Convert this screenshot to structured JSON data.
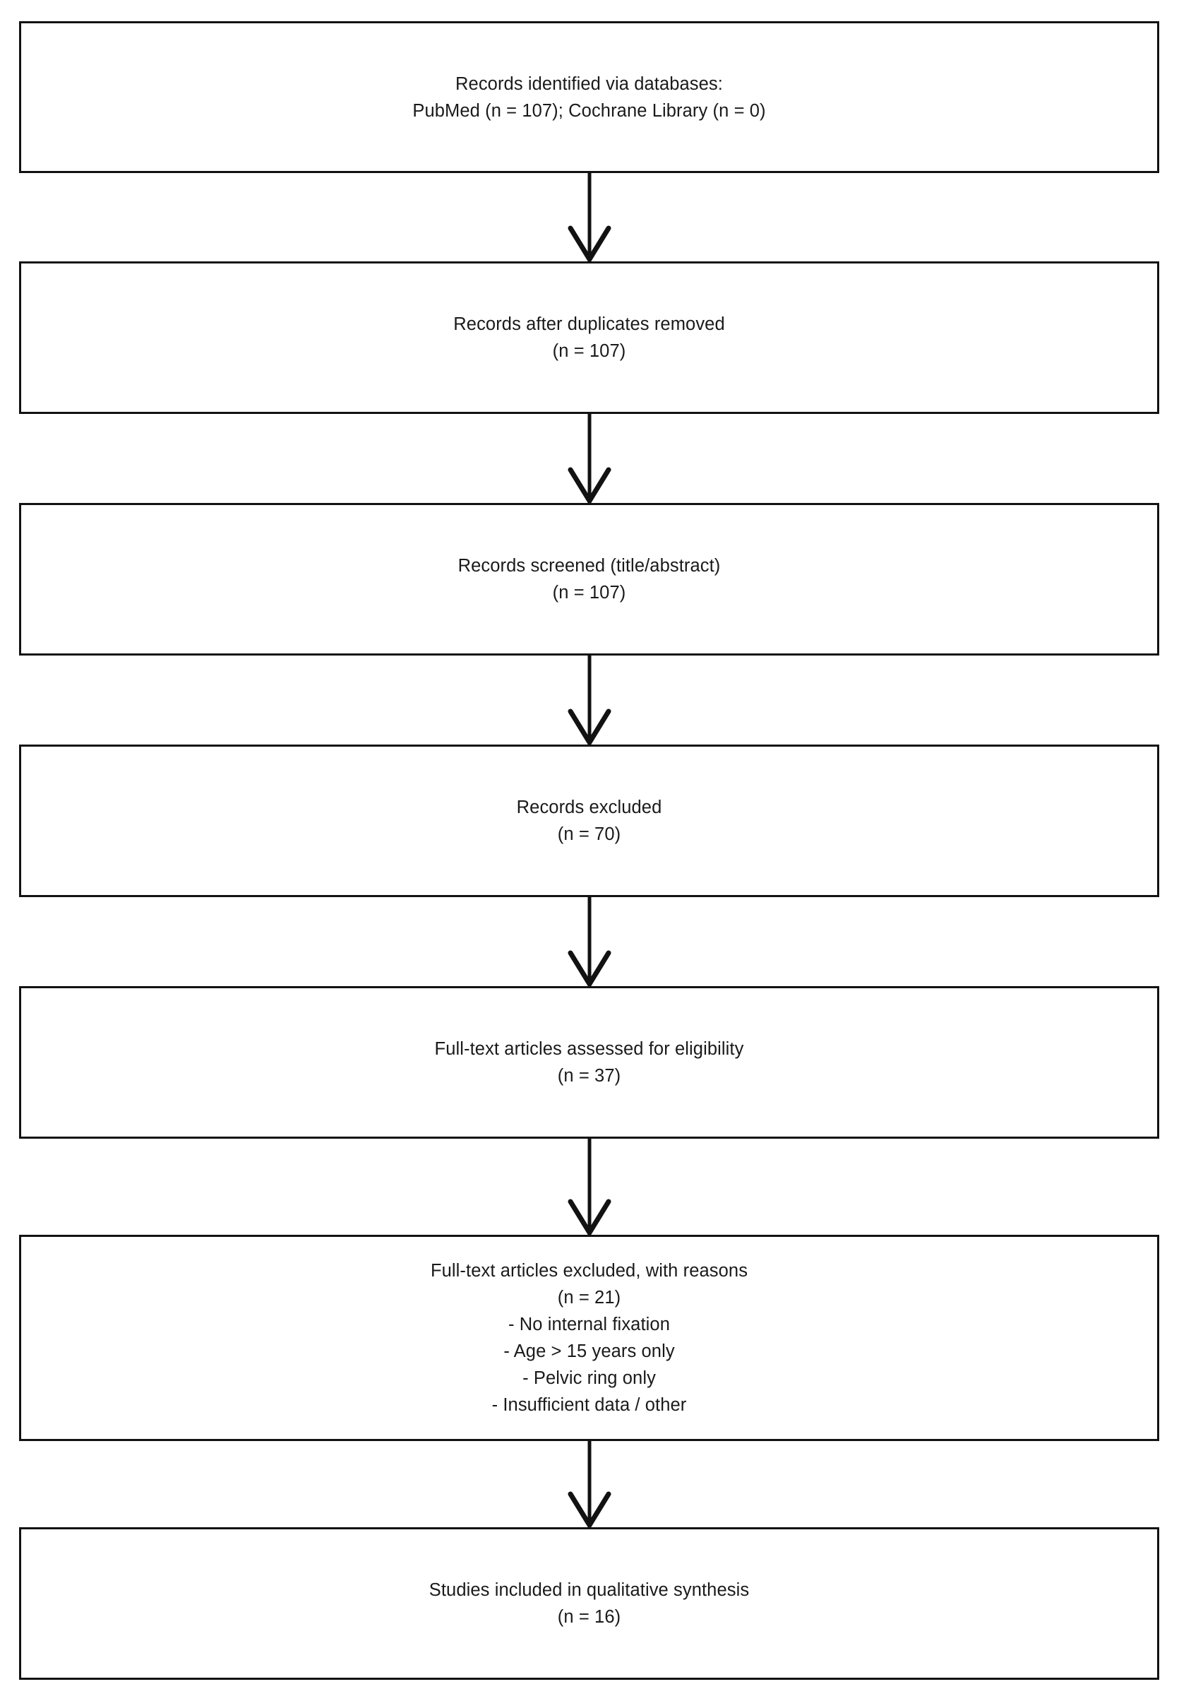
{
  "diagram": {
    "type": "prisma-flow-diagram",
    "orientation": "vertical",
    "background_color": "#ffffff",
    "border_color": "#121212",
    "text_color": "#1a1a1a",
    "nodes": [
      {
        "id": "identification",
        "text": "Records identified via databases:\nPubMed (n = 107); Cochrane Library (n = 0)",
        "lines": [
          "Records identified via databases:",
          "PubMed (n = 107); Cochrane Library (n = 0)"
        ],
        "counts": {
          "PubMed": 107,
          "Cochrane Library": 0
        }
      },
      {
        "id": "duplicates-removed",
        "text": "Records after duplicates removed\n(n = 107)",
        "lines": [
          "Records after duplicates removed",
          "(n = 107)"
        ],
        "n": 107
      },
      {
        "id": "records-screened",
        "text": "Records screened (title/abstract)\n(n = 107)",
        "lines": [
          "Records screened (title/abstract)",
          "(n = 107)"
        ],
        "n": 107
      },
      {
        "id": "records-excluded",
        "text": "Records excluded\n(n = 70)",
        "lines": [
          "Records excluded",
          "(n = 70)"
        ],
        "n": 70
      },
      {
        "id": "fulltext-assessed",
        "text": "Full-text articles assessed for eligibility\n(n = 37)",
        "lines": [
          "Full-text articles assessed for eligibility",
          "(n = 37)"
        ],
        "n": 37
      },
      {
        "id": "fulltext-excluded",
        "text": "Full-text articles excluded, with reasons\n(n = 21)\n- No internal fixation\n- Age > 15 years only\n- Pelvic ring only\n- Insufficient data / other",
        "lines": [
          "Full-text articles excluded, with reasons",
          "(n = 21)",
          "- No internal fixation",
          "- Age > 15 years only",
          "- Pelvic ring only",
          "- Insufficient data / other"
        ],
        "n": 21,
        "reasons": [
          "No internal fixation",
          "Age > 15 years only",
          "Pelvic ring only",
          "Insufficient data / other"
        ]
      },
      {
        "id": "studies-included",
        "text": "Studies included in qualitative synthesis\n(n = 16)",
        "lines": [
          "Studies included in qualitative synthesis",
          "(n = 16)"
        ],
        "n": 16
      }
    ],
    "arrows": [
      {
        "id": "arrow-1",
        "from": "identification",
        "to": "duplicates-removed"
      },
      {
        "id": "arrow-2",
        "from": "duplicates-removed",
        "to": "records-screened"
      },
      {
        "id": "arrow-3",
        "from": "records-screened",
        "to": "records-excluded"
      },
      {
        "id": "arrow-4",
        "from": "records-excluded",
        "to": "fulltext-assessed"
      },
      {
        "id": "arrow-5",
        "from": "fulltext-assessed",
        "to": "fulltext-excluded"
      },
      {
        "id": "arrow-6",
        "from": "fulltext-excluded",
        "to": "studies-included"
      }
    ]
  }
}
